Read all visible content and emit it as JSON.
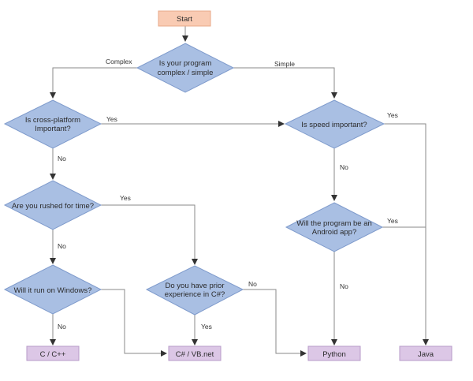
{
  "flowchart": {
    "start": "Start",
    "q_complexity": [
      "Is your program",
      "complex / simple"
    ],
    "q_cross_platform": [
      "Is cross-platform",
      "Important?"
    ],
    "q_speed": [
      "Is speed important?"
    ],
    "q_rushed": [
      "Are you rushed for time?"
    ],
    "q_android": [
      "Will the program be an",
      "Android app?"
    ],
    "q_windows": [
      "Will it run on Windows?"
    ],
    "q_csharp": [
      "Do you have prior",
      "experience in C#?"
    ],
    "out_c": "C / C++",
    "out_csharp": "C# / VB.net",
    "out_python": "Python",
    "out_java": "Java"
  },
  "edge_labels": {
    "complex": "Complex",
    "simple": "Simple",
    "cross_yes": "Yes",
    "cross_no": "No",
    "speed_yes": "Yes",
    "speed_no": "No",
    "rushed_yes": "Yes",
    "rushed_no": "No",
    "android_yes": "Yes",
    "android_no": "No",
    "windows_no": "No",
    "csharp_yes": "Yes",
    "csharp_no": "No"
  },
  "colors": {
    "start_fill": "#f9cbb3",
    "decision_fill": "#a9bfe3",
    "outcome_fill": "#dcc7e6",
    "edge": "#8a8a8a"
  }
}
